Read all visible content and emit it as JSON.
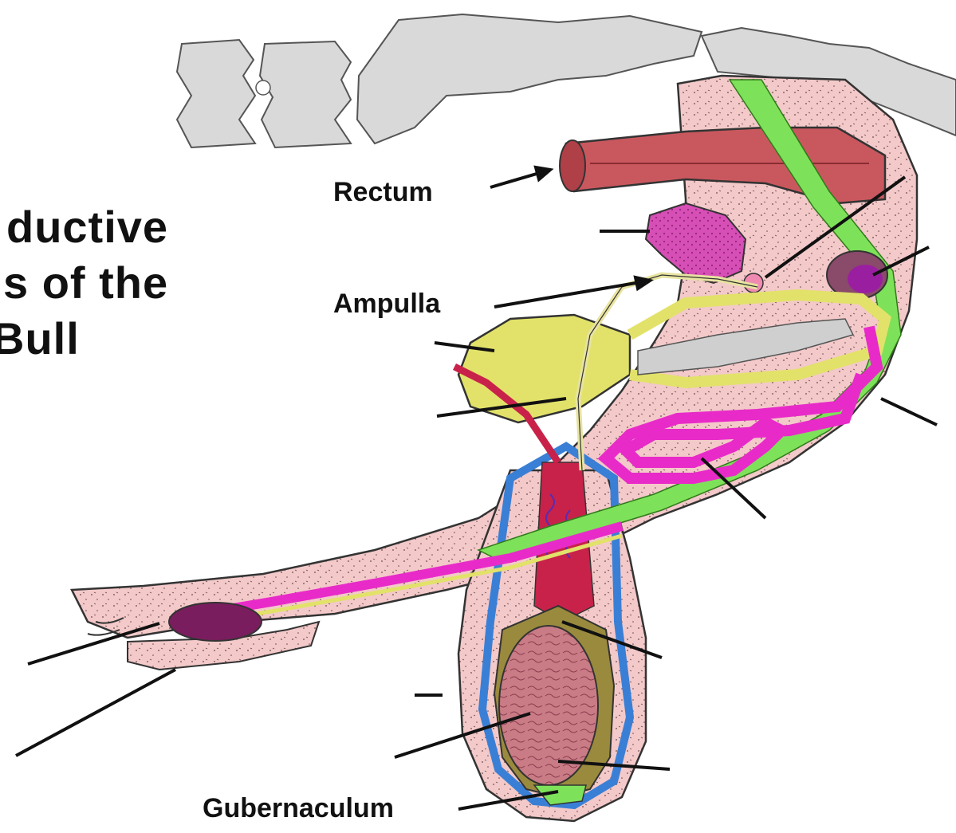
{
  "title": {
    "line1": "ductive",
    "line2": "s of the",
    "line3": "Bull"
  },
  "labels": {
    "rectum": "Rectum",
    "ampulla": "Ampulla",
    "gubernaculum": "Gubernaculum"
  },
  "colors": {
    "vertebrae": "#d9d9d9",
    "tissue": "#f3c9c9",
    "rectum": "#c9585e",
    "retractor_muscle": "#7ee15a",
    "urethra_penis": "#e82bc8",
    "vesicular_gland": "#e2e26a",
    "vas_deferens": "#e7e3a0",
    "testis": "#c97c86",
    "epididymis": "#9a8a3e",
    "tunica": "#3a7fd6",
    "spermatic_vessels": "#c8224a",
    "bulbourethral": "#8a1b6a",
    "glans": "#7a1d5e"
  }
}
